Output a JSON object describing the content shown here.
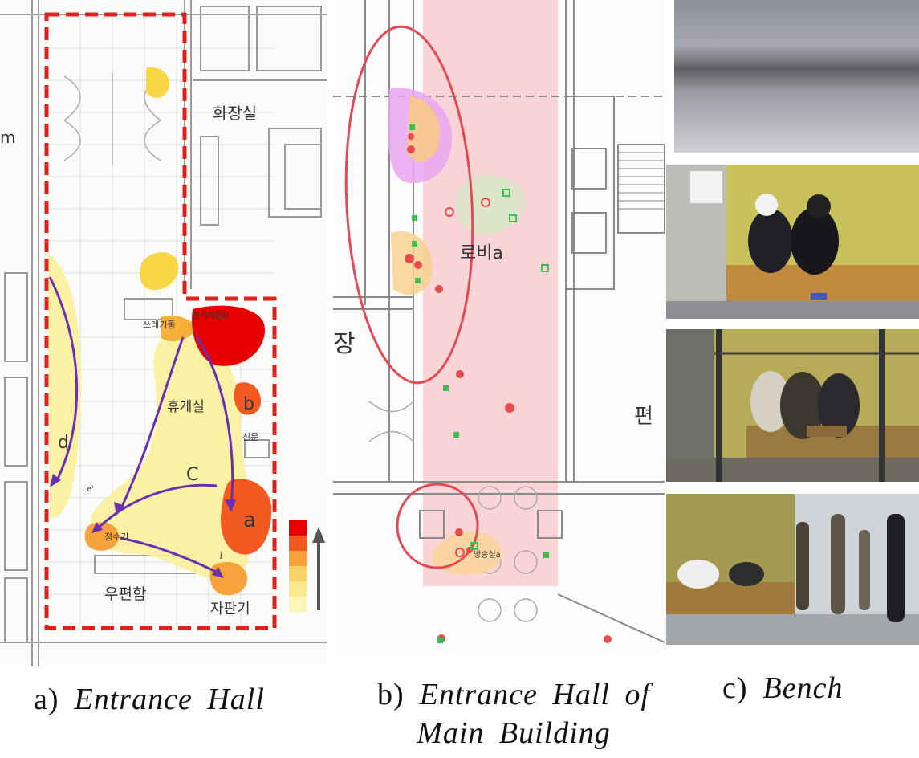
{
  "panel_a": {
    "labels": {
      "restroom": "화장실",
      "lounge": "휴게실",
      "battery_recycle": "전지재활용",
      "trash_bin": "쓰레기통",
      "newspaper": "신문",
      "water_purifier": "정수기",
      "mailbox": "우편함",
      "vending_machine": "자판기",
      "edge_m": "m",
      "zone_a": "a",
      "zone_b": "b",
      "zone_c": "C",
      "zone_d": "d",
      "mark_e": "e'",
      "mark_j": "j"
    },
    "legend_colors": [
      "#e60000",
      "#f25a22",
      "#f7a23a",
      "#f8d36a",
      "#fbe98f",
      "#fdf5b8"
    ]
  },
  "panel_b": {
    "labels": {
      "lobby": "로비a",
      "jang": "장",
      "broadcast_room": "방송실a",
      "pyeon": "편"
    }
  },
  "captions": {
    "a": {
      "letter": "a)",
      "title": "Entrance Hall"
    },
    "b": {
      "letter": "b)",
      "title_line1": "Entrance Hall of",
      "title_line2": "Main Building"
    },
    "c": {
      "letter": "c)",
      "title": "Bench"
    }
  },
  "colors": {
    "dashed_boundary": "#e0221b",
    "flow_arrow": "#6b2fb3",
    "highlight_ellipse": "#e24a55",
    "corridor_band": "#fbd4d8"
  }
}
